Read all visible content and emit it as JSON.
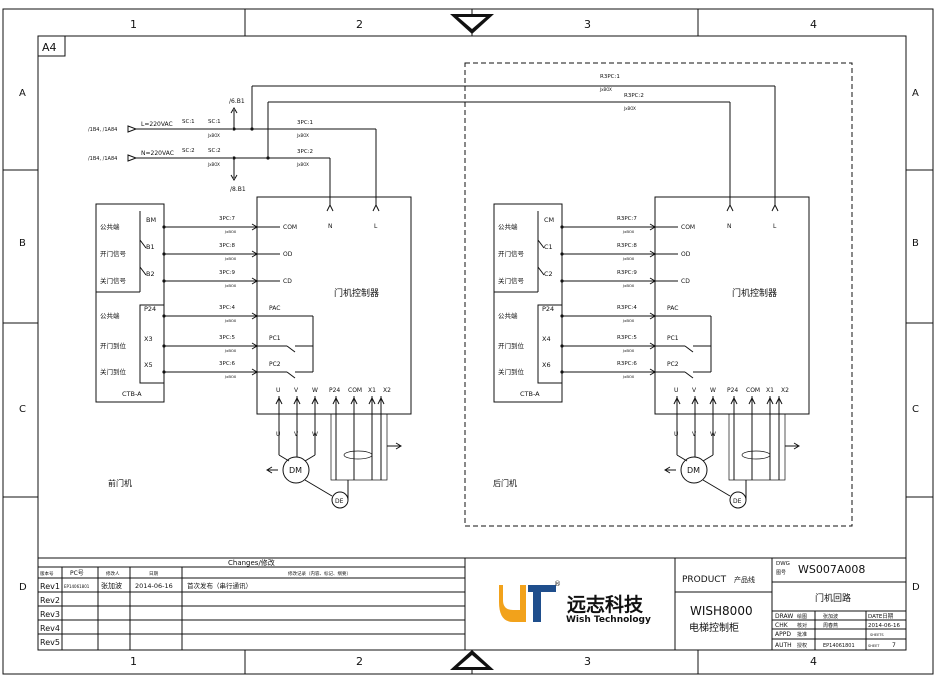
{
  "sheet": {
    "size": "A4",
    "col_labels": [
      "1",
      "2",
      "3",
      "4"
    ],
    "row_labels": [
      "A",
      "B",
      "C",
      "D"
    ]
  },
  "front": {
    "power": {
      "source_l": "/1B4, /1A84",
      "source_n": "/1B4, /1A84",
      "l_label": "L=220VAC",
      "n_label": "N=220VAC",
      "sc1": "SC:1",
      "sc2": "SC:2",
      "sc1b": "SC:1",
      "sc2b": "SC:2",
      "ref_up": "/6.B1",
      "ref_down": "/8.B1",
      "p3pc1": "3PC:1",
      "p3pc2": "3PC:2",
      "jbox": "JxBOX"
    },
    "ctb": {
      "title": "CTB-A",
      "rows": [
        {
          "desc": "公共端",
          "term": "BM",
          "pc": "3PC:7",
          "ctrl": "COM"
        },
        {
          "desc": "开门信号",
          "term": "B1",
          "pc": "3PC:8",
          "ctrl": "OD"
        },
        {
          "desc": "关门信号",
          "term": "B2",
          "pc": "3PC:9",
          "ctrl": "CD"
        },
        {
          "desc": "公共端",
          "term": "P24",
          "pc": "3PC:4",
          "ctrl": "PAC"
        },
        {
          "desc": "开门到位",
          "term": "X3",
          "pc": "3PC:5",
          "ctrl": "PC1"
        },
        {
          "desc": "关门到位",
          "term": "X5",
          "pc": "3PC:6",
          "ctrl": "PC2"
        }
      ]
    },
    "controller": {
      "title": "门机控制器",
      "inputs": [
        "N",
        "L"
      ],
      "outputs": [
        "U",
        "V",
        "W",
        "P24",
        "COM",
        "X1",
        "X2"
      ],
      "motor_wires": [
        "U",
        "V",
        "W"
      ],
      "motor": "DM",
      "encoder": "DE"
    },
    "label": "前门机"
  },
  "rear": {
    "power": {
      "r3pc1": "R3PC:1",
      "r3pc2": "R3PC:2",
      "jbox": "JxBOX"
    },
    "ctb": {
      "title": "CTB-A",
      "rows": [
        {
          "desc": "公共端",
          "term": "CM",
          "pc": "R3PC:7",
          "ctrl": "COM"
        },
        {
          "desc": "开门信号",
          "term": "C1",
          "pc": "R3PC:8",
          "ctrl": "OD"
        },
        {
          "desc": "关门信号",
          "term": "C2",
          "pc": "R3PC:9",
          "ctrl": "CD"
        },
        {
          "desc": "公共端",
          "term": "P24",
          "pc": "R3PC:4",
          "ctrl": "PAC"
        },
        {
          "desc": "开门到位",
          "term": "X4",
          "pc": "R3PC:5",
          "ctrl": "PC1"
        },
        {
          "desc": "关门到位",
          "term": "X6",
          "pc": "R3PC:6",
          "ctrl": "PC2"
        }
      ]
    },
    "controller": {
      "title": "门机控制器",
      "inputs": [
        "N",
        "L"
      ],
      "outputs": [
        "U",
        "V",
        "W",
        "P24",
        "COM",
        "X1",
        "X2"
      ],
      "motor_wires": [
        "U",
        "V",
        "W"
      ],
      "motor": "DM",
      "encoder": "DE"
    },
    "label": "后门机"
  },
  "changes": {
    "title": "Changes/修改",
    "headers": [
      "版本号",
      "PC号",
      "修改人",
      "日期",
      "修改记录（内容、标记、纲要）"
    ],
    "rows": [
      {
        "rev": "Rev1",
        "pc": "EP14061801",
        "by": "张加波",
        "date": "2014-06-16",
        "note": "首次发布（串行通讯）"
      },
      {
        "rev": "Rev2",
        "pc": "",
        "by": "",
        "date": "",
        "note": ""
      },
      {
        "rev": "Rev3",
        "pc": "",
        "by": "",
        "date": "",
        "note": ""
      },
      {
        "rev": "Rev4",
        "pc": "",
        "by": "",
        "date": "",
        "note": ""
      },
      {
        "rev": "Rev5",
        "pc": "",
        "by": "",
        "date": "",
        "note": ""
      }
    ]
  },
  "company": {
    "name_cn": "远志科技",
    "name_en": "Wish Technology",
    "reg": "®",
    "brand_orange": "#f2a21b",
    "brand_blue": "#1f4e8c"
  },
  "title_block": {
    "product_label": "PRODUCT",
    "product_cn": "产品线",
    "product": "WISH8000",
    "product_desc": "电梯控制柜",
    "dwg_label": "DWG",
    "dwg_cn": "图号",
    "dwg_no": "WS007A008",
    "drawing_name": "门机回路",
    "sign": [
      {
        "role": "DRAW",
        "cn": "绘图",
        "name": "张加波"
      },
      {
        "role": "CHK",
        "cn": "核对",
        "name": "周春燕"
      },
      {
        "role": "APPD",
        "cn": "批准",
        "name": ""
      },
      {
        "role": "AUTH",
        "cn": "授权",
        "name": "EP14061801"
      }
    ],
    "date_label": "DATE日期",
    "date": "2014-06-16",
    "sheets_label": "SHEETS",
    "sheet_label": "SHEET",
    "sheet_no": "7"
  }
}
